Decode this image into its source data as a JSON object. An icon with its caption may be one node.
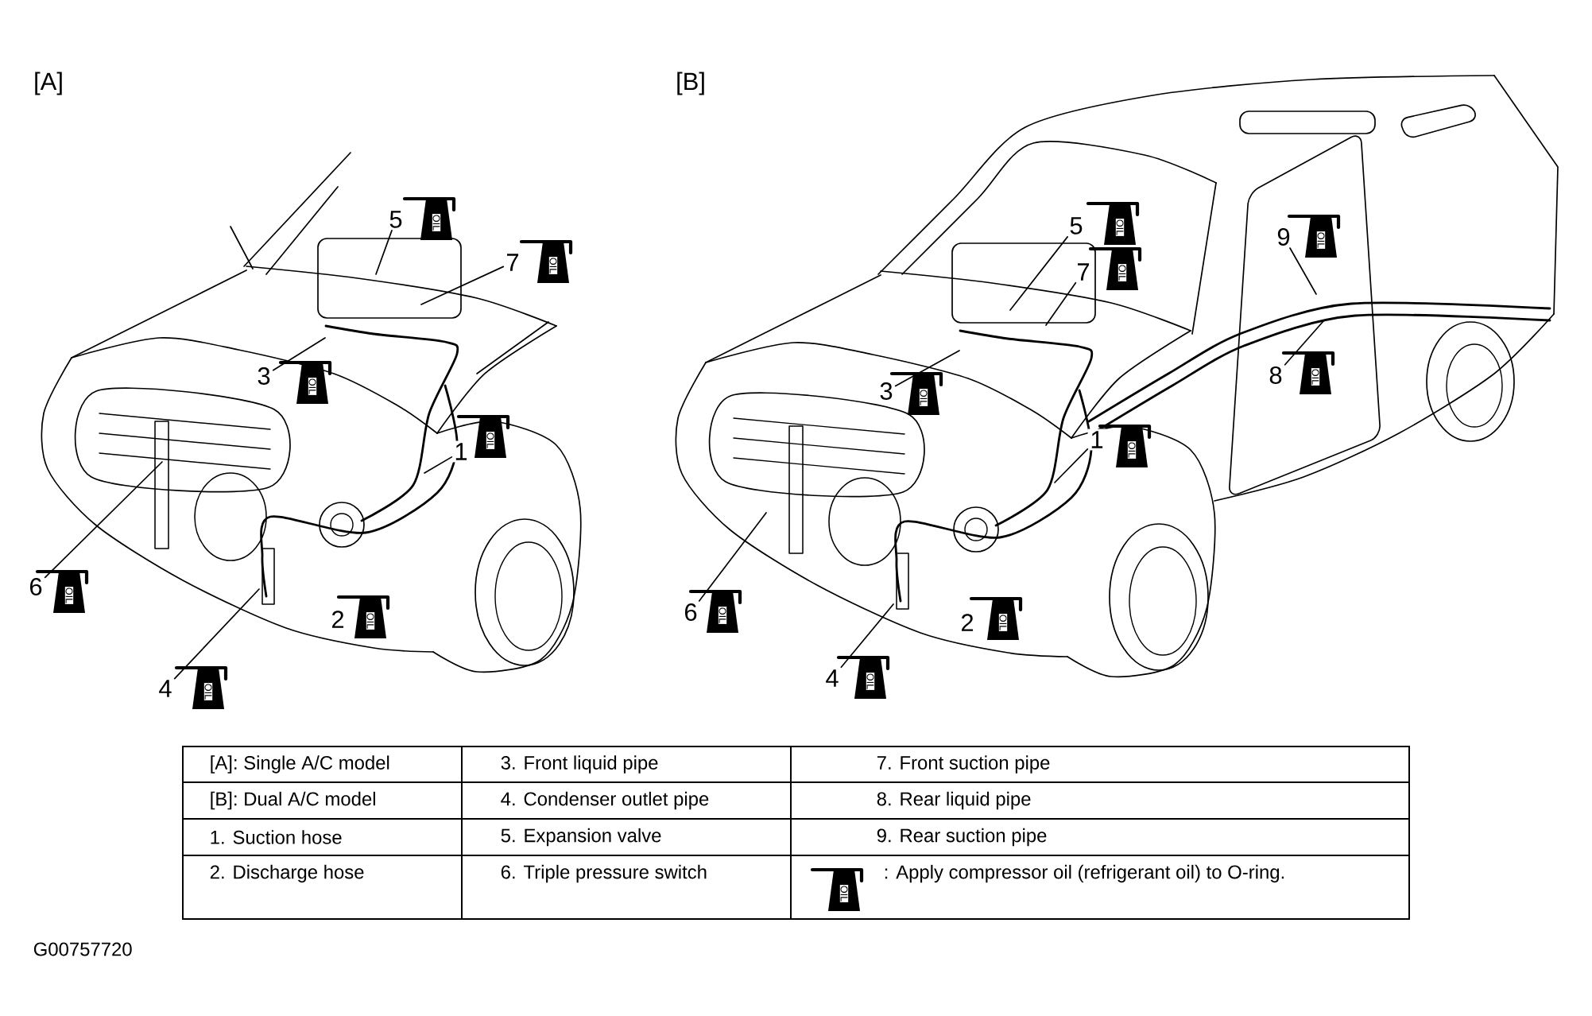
{
  "diagram": {
    "nodes": [
      {
        "text": [
          "5"
        ]
      },
      {
        "text": [
          "7"
        ]
      },
      {
        "text": [
          "3"
        ]
      },
      {
        "text": [
          "1"
        ]
      },
      {
        "text": [
          "6"
        ]
      },
      {
        "text": [
          "4"
        ]
      },
      {
        "text": [
          "5"
        ]
      },
      {
        "text": [
          "7"
        ]
      },
      {
        "text": [
          "3"
        ]
      },
      {
        "text": [
          "9"
        ]
      },
      {
        "text": [
          "8"
        ]
      },
      {
        "text": [
          "1"
        ]
      },
      {
        "text": [
          "6"
        ]
      },
      {
        "text": [
          "4"
        ]
      }
    ],
    "edges": [
      {
        "from": 0,
        "to": null,
        "arrow": "none"
      },
      {
        "from": 1,
        "to": null,
        "arrow": "none"
      },
      {
        "from": 2,
        "to": null,
        "arrow": "none"
      },
      {
        "from": 3,
        "to": null,
        "arrow": "none"
      },
      {
        "from": 4,
        "to": null,
        "arrow": "none"
      },
      {
        "from": 5,
        "to": null,
        "arrow": "none"
      },
      {
        "from": 6,
        "to": null,
        "arrow": "none"
      },
      {
        "from": 7,
        "to": null,
        "arrow": "none"
      },
      {
        "from": 8,
        "to": null,
        "arrow": "none"
      },
      {
        "from": 9,
        "to": null,
        "arrow": "none"
      },
      {
        "from": 10,
        "to": null,
        "arrow": "none"
      },
      {
        "from": 11,
        "to": null,
        "arrow": "none"
      },
      {
        "from": 12,
        "to": null,
        "arrow": "none"
      },
      {
        "from": 13,
        "to": null,
        "arrow": "none"
      }
    ],
    "labels": [
      "[A]",
      "[B]",
      "2",
      "2",
      "OIL",
      "OIL",
      "OIL",
      "OIL",
      "OIL",
      "OIL",
      "OIL",
      "OIL",
      "OIL",
      "OIL",
      "OIL",
      "OIL",
      "OIL",
      "OIL",
      "OIL",
      "OIL",
      "OIL",
      "[A]: Single A/C model",
      "3. Front liquid pipe",
      "7. Front suction pipe",
      "[B]: Dual A/C model",
      "4. Condenser outlet pipe",
      "8. Rear liquid pipe",
      "1. Suction hose",
      "5. Expansion valve",
      "9. Rear suction pipe",
      "2. Discharge hose",
      "6. Triple pressure switch",
      ": Apply compressor oil (refrigerant oil) to O-ring.",
      "G00757720"
    ]
  }
}
